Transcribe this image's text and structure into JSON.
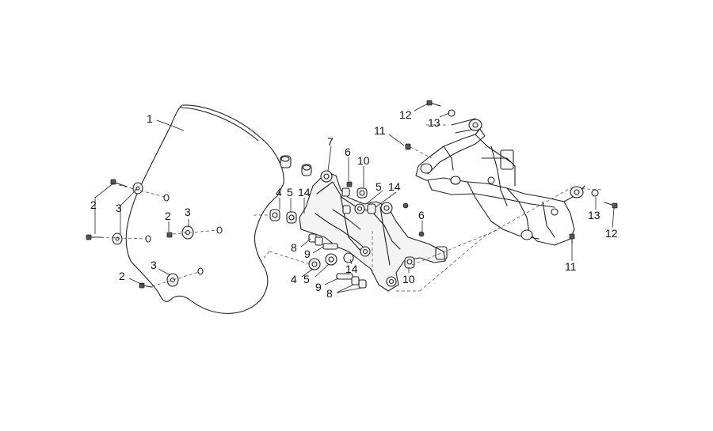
{
  "diagram": {
    "callouts": [
      {
        "id": "c1",
        "label": "1"
      },
      {
        "id": "c2a",
        "label": "2"
      },
      {
        "id": "c2b",
        "label": "2"
      },
      {
        "id": "c2c",
        "label": "2"
      },
      {
        "id": "c3a",
        "label": "3"
      },
      {
        "id": "c3b",
        "label": "3"
      },
      {
        "id": "c3c",
        "label": "3"
      },
      {
        "id": "c4a",
        "label": "4"
      },
      {
        "id": "c4b",
        "label": "4"
      },
      {
        "id": "c5a",
        "label": "5"
      },
      {
        "id": "c5b",
        "label": "5"
      },
      {
        "id": "c5c",
        "label": "5"
      },
      {
        "id": "c6a",
        "label": "6"
      },
      {
        "id": "c6b",
        "label": "6"
      },
      {
        "id": "c7",
        "label": "7"
      },
      {
        "id": "c8a",
        "label": "8"
      },
      {
        "id": "c8b",
        "label": "8"
      },
      {
        "id": "c9a",
        "label": "9"
      },
      {
        "id": "c9b",
        "label": "9"
      },
      {
        "id": "c10a",
        "label": "10"
      },
      {
        "id": "c10b",
        "label": "10"
      },
      {
        "id": "c11a",
        "label": "11"
      },
      {
        "id": "c11b",
        "label": "11"
      },
      {
        "id": "c12a",
        "label": "12"
      },
      {
        "id": "c12b",
        "label": "12"
      },
      {
        "id": "c13a",
        "label": "13"
      },
      {
        "id": "c13b",
        "label": "13"
      },
      {
        "id": "c14a",
        "label": "14"
      },
      {
        "id": "c14b",
        "label": "14"
      },
      {
        "id": "c14c",
        "label": "14"
      }
    ]
  }
}
